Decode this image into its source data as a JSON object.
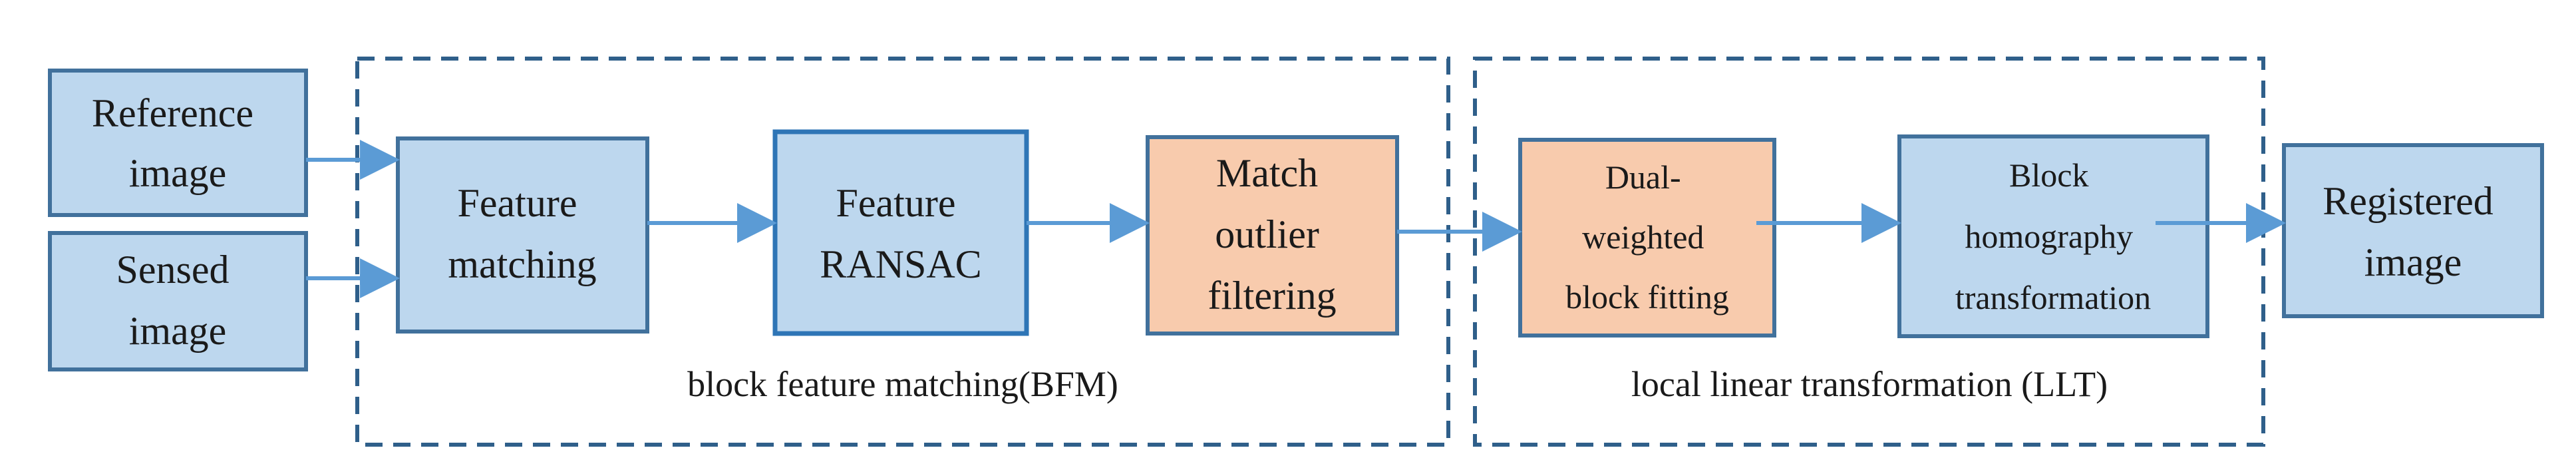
{
  "colors": {
    "blue_fill": "#bdd7ee",
    "blue_stroke": "#41719c",
    "orange_fill": "#f8cbad",
    "arrow": "#5b9bd5",
    "dashed_border": "#2f5f8a",
    "text": "#1a1a1a"
  },
  "groups": {
    "bfm": {
      "label": "block feature matching(BFM)"
    },
    "llt": {
      "label": "local linear transformation (LLT)"
    }
  },
  "nodes": {
    "reference": {
      "lines": [
        "Reference",
        "image"
      ],
      "fill": "blue"
    },
    "sensed": {
      "lines": [
        "Sensed",
        "image"
      ],
      "fill": "blue"
    },
    "feature_matching": {
      "lines": [
        "Feature",
        "matching"
      ],
      "fill": "blue"
    },
    "feature_ransac": {
      "lines": [
        "Feature",
        "RANSAC"
      ],
      "fill": "blue"
    },
    "match_outlier": {
      "lines": [
        "Match",
        "outlier",
        "filtering"
      ],
      "fill": "orange"
    },
    "dual_weighted": {
      "lines": [
        "Dual-",
        "weighted",
        "block fitting"
      ],
      "fill": "orange"
    },
    "block_homography": {
      "lines": [
        "Block",
        "homography",
        "transformation"
      ],
      "fill": "blue"
    },
    "registered": {
      "lines": [
        "Registered",
        "image"
      ],
      "fill": "blue"
    }
  },
  "edges": [
    {
      "from": "reference",
      "to": "feature_matching"
    },
    {
      "from": "sensed",
      "to": "feature_matching"
    },
    {
      "from": "feature_matching",
      "to": "feature_ransac"
    },
    {
      "from": "feature_ransac",
      "to": "match_outlier"
    },
    {
      "from": "match_outlier",
      "to": "dual_weighted"
    },
    {
      "from": "dual_weighted",
      "to": "block_homography"
    },
    {
      "from": "block_homography",
      "to": "registered"
    }
  ]
}
